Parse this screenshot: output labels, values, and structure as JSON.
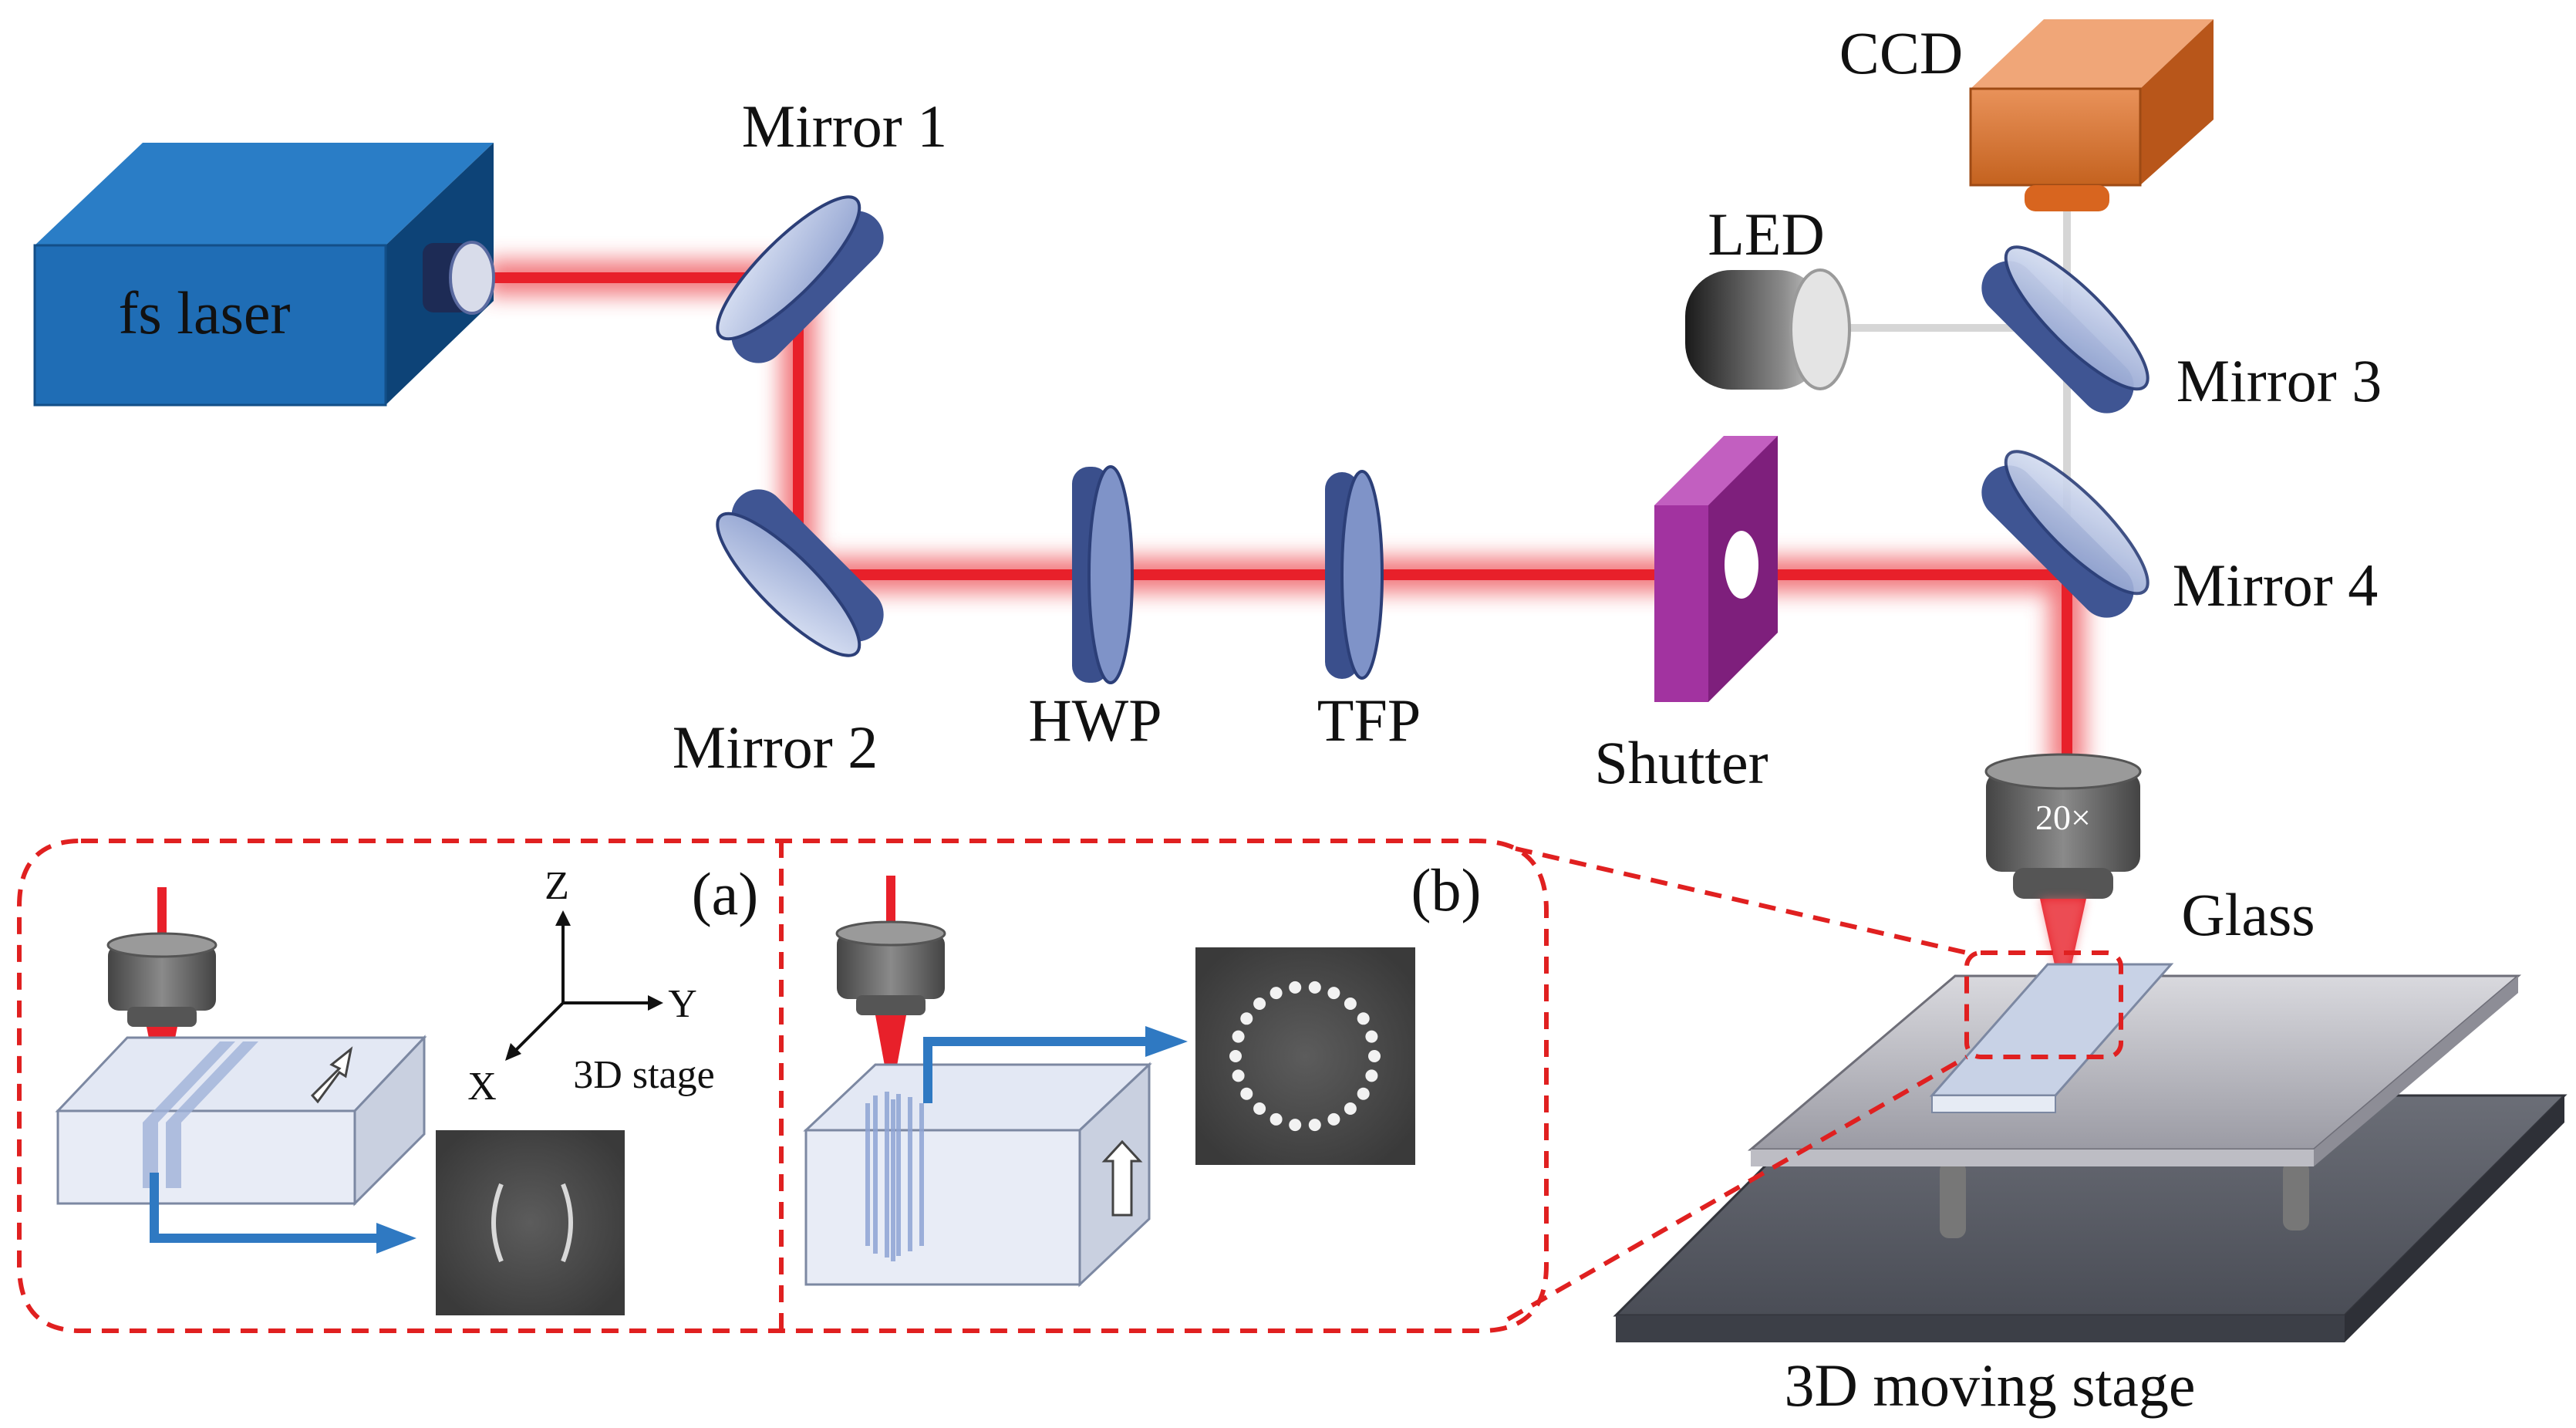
{
  "labels": {
    "fs_laser": "fs laser",
    "mirror1": "Mirror 1",
    "mirror2": "Mirror 2",
    "mirror3": "Mirror 3",
    "mirror4": "Mirror 4",
    "hwp": "HWP",
    "tfp": "TFP",
    "shutter": "Shutter",
    "led": "LED",
    "ccd": "CCD",
    "objective": "20×",
    "glass": "Glass",
    "moving_stage": "3D moving stage"
  },
  "inset_a": {
    "tag": "(a)",
    "axis_z": "Z",
    "axis_y": "Y",
    "axis_x": "X",
    "stage_label": "3D stage"
  },
  "inset_b": {
    "tag": "(b)"
  },
  "colors": {
    "laser_body": "#1f6db5",
    "beam": "#e8202a",
    "optics": "#3f5593",
    "shutter": "#9a2a98",
    "ccd": "#d4722e",
    "inset_border": "#e02020",
    "process_arrow": "#2f79c2"
  }
}
